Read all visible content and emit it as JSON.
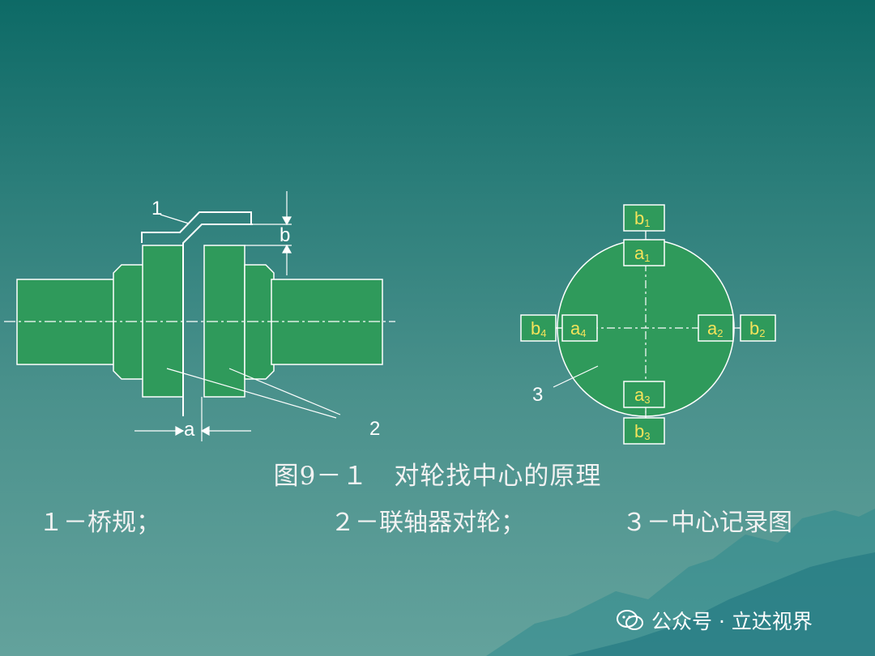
{
  "diagram": {
    "left": {
      "label_bridge_gauge": "1",
      "label_coupling": "2",
      "dim_a": "a",
      "dim_b": "b"
    },
    "right": {
      "label_record_chart": "3",
      "boxes": [
        {
          "letter": "b",
          "sub": "1"
        },
        {
          "letter": "a",
          "sub": "1"
        },
        {
          "letter": "b",
          "sub": "4"
        },
        {
          "letter": "a",
          "sub": "4"
        },
        {
          "letter": "a",
          "sub": "2"
        },
        {
          "letter": "b",
          "sub": "2"
        },
        {
          "letter": "a",
          "sub": "3"
        },
        {
          "letter": "b",
          "sub": "3"
        }
      ]
    }
  },
  "caption": "图9－１　对轮找中心的原理",
  "legend": [
    "１－桥规；",
    "２－联轴器对轮；",
    "３－中心记录图"
  ],
  "watermark": "公众号 · 立达视界",
  "colors": {
    "part_fill": "#2f9a5b",
    "outline": "#ffffff",
    "value_text": "#f4e35a"
  }
}
